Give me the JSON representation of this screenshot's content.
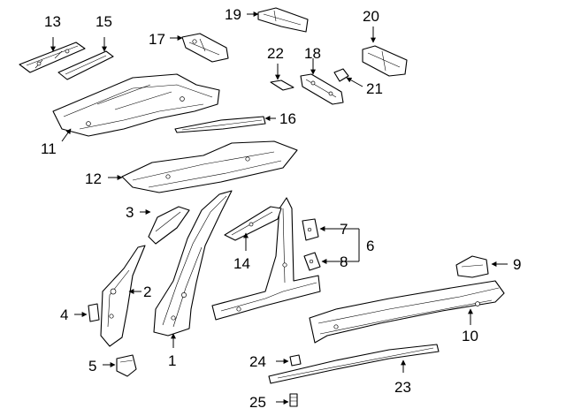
{
  "background": "#ffffff",
  "ink": "#000000",
  "callouts": {
    "c1": "1",
    "c2": "2",
    "c3": "3",
    "c4": "4",
    "c5": "5",
    "c6": "6",
    "c7": "7",
    "c8": "8",
    "c9": "9",
    "c10": "10",
    "c11": "11",
    "c12": "12",
    "c13": "13",
    "c14": "14",
    "c15": "15",
    "c16": "16",
    "c17": "17",
    "c18": "18",
    "c19": "19",
    "c20": "20",
    "c21": "21",
    "c22": "22",
    "c23": "23",
    "c24": "24",
    "c25": "25"
  }
}
